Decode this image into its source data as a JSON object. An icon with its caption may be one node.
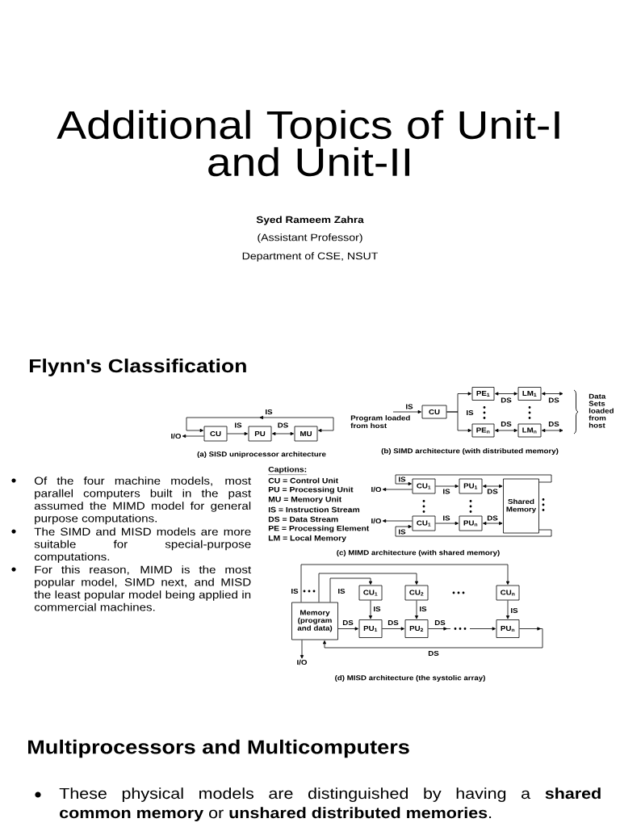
{
  "diagram": {
    "title": "Additional Topics of Unit-I and Unit-II",
    "nodes": [
      {
        "text": [
          "CU"
        ]
      },
      {
        "text": [
          "PU"
        ]
      },
      {
        "text": [
          "MU"
        ]
      },
      {
        "text": [
          "I/O"
        ]
      },
      {
        "text": [
          "Program loaded from host"
        ]
      },
      {
        "text": [
          "CU"
        ]
      },
      {
        "text": [
          "PE$_{1}$"
        ]
      },
      {
        "text": [
          "LM$_{1}$"
        ]
      },
      {
        "text": [
          "PE$_{n}$"
        ]
      },
      {
        "text": [
          "LM$_{n}$"
        ]
      },
      {
        "text": [
          "I/O"
        ]
      },
      {
        "text": [
          "CU$_{1}$"
        ]
      },
      {
        "text": [
          "PU$_{1}$"
        ]
      },
      {
        "text": [
          "Shared Memory"
        ]
      },
      {
        "text": [
          "I/O"
        ]
      },
      {
        "text": [
          "CU$_{1}$"
        ]
      },
      {
        "text": [
          "PU$_{n}$"
        ]
      },
      {
        "text": [
          "CU$_{1}$"
        ]
      },
      {
        "text": [
          "CU$_{2}$"
        ]
      },
      {
        "text": [
          "CU$_{n}$"
        ]
      },
      {
        "text": [
          "Memory (program and data)"
        ]
      },
      {
        "text": [
          "PU$_{1}$"
        ]
      },
      {
        "text": [
          "PU$_{2}$"
        ]
      },
      {
        "text": [
          "PU$_{n}$"
        ]
      },
      {
        "text": [
          "I/O"
        ]
      }
    ],
    "edges": [
      {
        "from": 0,
        "to": 1,
        "arrow": "to",
        "label": "IS"
      },
      {
        "from": 1,
        "to": 2,
        "arrow": "both",
        "label": "DS"
      },
      {
        "from": 0,
        "to": 3,
        "arrow": "to"
      },
      {
        "from": 2,
        "to": 0,
        "arrow": "both",
        "label": "IS"
      },
      {
        "from": 4,
        "to": 5,
        "arrow": "to",
        "label": "IS"
      },
      {
        "from": 5,
        "to": 6,
        "arrow": "to"
      },
      {
        "from": 5,
        "to": 8,
        "arrow": "to"
      },
      {
        "from": 6,
        "to": 7,
        "arrow": "both",
        "label": "DS"
      },
      {
        "from": 8,
        "to": 9,
        "arrow": "both",
        "label": "DS"
      },
      {
        "from": 7,
        "to": null,
        "arrow": "both",
        "label": "DS"
      },
      {
        "from": 9,
        "to": null,
        "arrow": "both",
        "label": "DS"
      },
      {
        "from": 11,
        "to": 10,
        "arrow": "to"
      },
      {
        "from": 13,
        "to": 11,
        "arrow": "to",
        "label": "IS"
      },
      {
        "from": 11,
        "to": 12,
        "arrow": "to",
        "label": "IS"
      },
      {
        "from": 12,
        "to": 13,
        "arrow": "both",
        "label": "DS"
      },
      {
        "from": 15,
        "to": 14,
        "arrow": "to"
      },
      {
        "from": 13,
        "to": 15,
        "arrow": "to",
        "label": "IS"
      },
      {
        "from": 15,
        "to": 16,
        "arrow": "to",
        "label": "IS"
      },
      {
        "from": 16,
        "to": 13,
        "arrow": "both",
        "label": "DS"
      },
      {
        "from": 20,
        "to": 17,
        "arrow": "to",
        "label": "IS"
      },
      {
        "from": 20,
        "to": 18,
        "arrow": "to"
      },
      {
        "from": 20,
        "to": 19,
        "arrow": "to",
        "label": "IS"
      },
      {
        "from": 17,
        "to": 21,
        "arrow": "to",
        "label": "IS"
      },
      {
        "from": 18,
        "to": 22,
        "arrow": "to",
        "label": "IS"
      },
      {
        "from": 19,
        "to": 23,
        "arrow": "to",
        "label": "IS"
      },
      {
        "from": 20,
        "to": 21,
        "arrow": "to",
        "label": "DS"
      },
      {
        "from": 21,
        "to": 22,
        "arrow": "to",
        "label": "DS"
      },
      {
        "from": 22,
        "to": 23,
        "arrow": "to",
        "label": "DS"
      },
      {
        "from": 23,
        "to": 20,
        "arrow": "to",
        "label": "DS"
      },
      {
        "from": 20,
        "to": 24,
        "arrow": "to"
      }
    ],
    "labels": [
      "Syed Rameem Zahra",
      "(Assistant Professor)",
      "Department of CSE, NSUT",
      "Flynn's Classification",
      "IS",
      "Data Sets loaded from host",
      "(a) SISD uniprocessor architecture",
      "(b) SIMD architecture (with distributed memory)",
      "Of the four machine models, most parallel computers built in the past assumed the MIMD model for general purpose computations.",
      "The SIMD and MISD models are more suitable for special-purpose computations.",
      "For this reason, MIMD is the most popular model, SIMD next, and MISD the least popular model being applied in commercial machines.",
      "Captions:",
      "CU = Control Unit",
      "PU = Processing Unit",
      "MU = Memory Unit",
      "IS = Instruction Stream",
      "DS = Data Stream",
      "PE = Processing Element",
      "LM = Local Memory",
      "(c) MIMD architecture (with shared memory)",
      "(d) MISD architecture (the systolic array)",
      "Multiprocessors and Multicomputers",
      "These physical models are distinguished by having a **shared common memory** or **unshared distributed memories**."
    ]
  }
}
